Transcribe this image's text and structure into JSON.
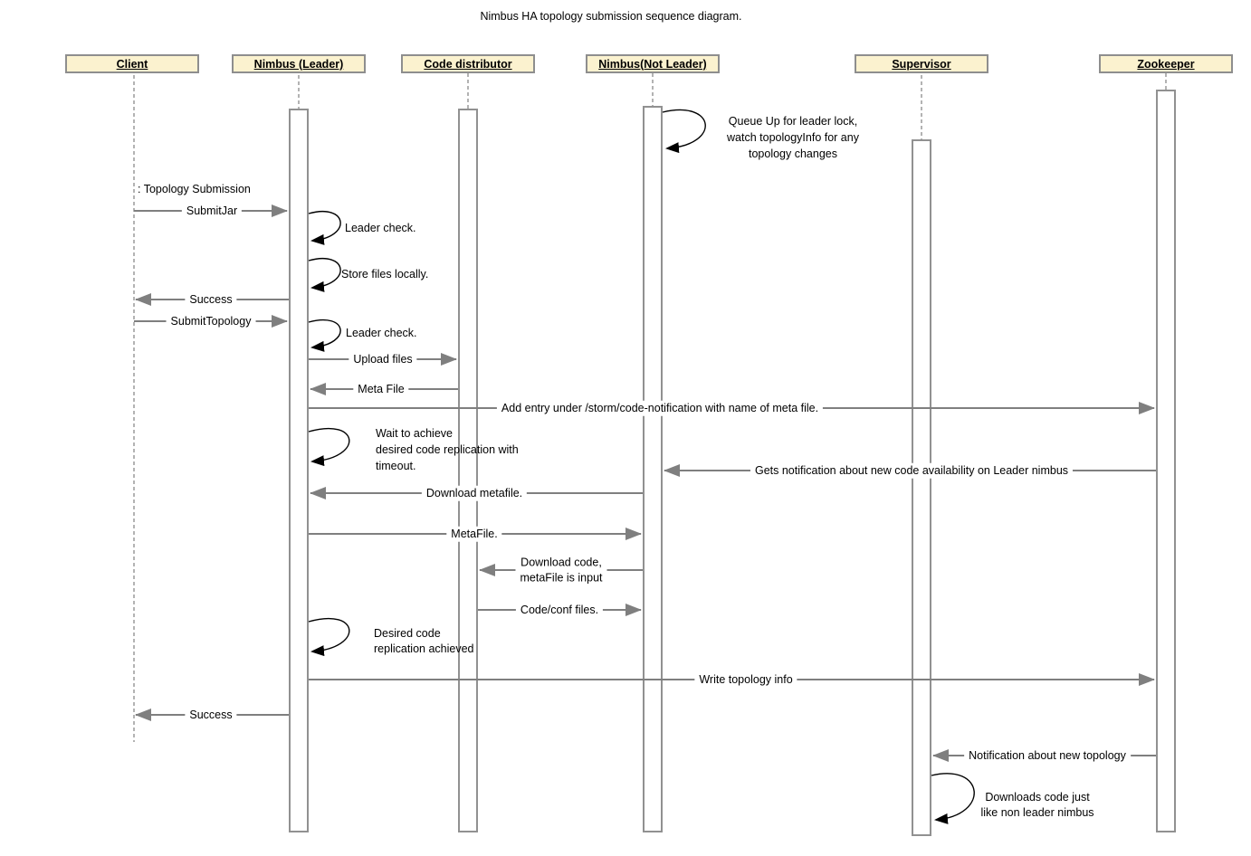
{
  "title": "Nimbus HA topology submission sequence diagram.",
  "actors": [
    {
      "id": "client",
      "label": "Client"
    },
    {
      "id": "nimbus-leader",
      "label": "Nimbus (Leader)"
    },
    {
      "id": "code-distributor",
      "label": "Code distributor"
    },
    {
      "id": "nimbus-not-leader",
      "label": "Nimbus(Not Leader)"
    },
    {
      "id": "supervisor",
      "label": "Supervisor"
    },
    {
      "id": "zookeeper",
      "label": "Zookeeper"
    }
  ],
  "notes": {
    "topology_submission": ": Topology Submission"
  },
  "messages": [
    {
      "from": "client",
      "to": "nimbus-leader",
      "kind": "call",
      "label": "SubmitJar"
    },
    {
      "from": "nimbus-leader",
      "to": "nimbus-leader",
      "kind": "self",
      "label": "Leader check."
    },
    {
      "from": "nimbus-leader",
      "to": "nimbus-leader",
      "kind": "self",
      "label": "Store files locally."
    },
    {
      "from": "nimbus-leader",
      "to": "client",
      "kind": "return",
      "label": "Success"
    },
    {
      "from": "client",
      "to": "nimbus-leader",
      "kind": "call",
      "label": "SubmitTopology"
    },
    {
      "from": "nimbus-leader",
      "to": "nimbus-leader",
      "kind": "self",
      "label": "Leader check."
    },
    {
      "from": "nimbus-leader",
      "to": "code-distributor",
      "kind": "call",
      "label": "Upload files"
    },
    {
      "from": "code-distributor",
      "to": "nimbus-leader",
      "kind": "return",
      "label": "Meta File"
    },
    {
      "from": "nimbus-leader",
      "to": "zookeeper",
      "kind": "call",
      "label": "Add entry under /storm/code-notification with name of meta file."
    },
    {
      "from": "nimbus-not-leader",
      "to": "nimbus-not-leader",
      "kind": "self",
      "label": "Queue Up for leader lock,\nwatch topologyInfo for any\ntopology changes"
    },
    {
      "from": "nimbus-leader",
      "to": "nimbus-leader",
      "kind": "self",
      "label": "Wait to achieve\ndesired code replication with\ntimeout."
    },
    {
      "from": "zookeeper",
      "to": "nimbus-not-leader",
      "kind": "call",
      "label": "Gets notification about new code availability on Leader nimbus"
    },
    {
      "from": "nimbus-not-leader",
      "to": "nimbus-leader",
      "kind": "call",
      "label": "Download metafile."
    },
    {
      "from": "nimbus-leader",
      "to": "nimbus-not-leader",
      "kind": "return",
      "label": "MetaFile."
    },
    {
      "from": "nimbus-not-leader",
      "to": "code-distributor",
      "kind": "call",
      "label": "Download code,\nmetaFile is input"
    },
    {
      "from": "code-distributor",
      "to": "nimbus-not-leader",
      "kind": "return",
      "label": "Code/conf files."
    },
    {
      "from": "nimbus-leader",
      "to": "nimbus-leader",
      "kind": "self",
      "label": "Desired code\nreplication achieved"
    },
    {
      "from": "nimbus-leader",
      "to": "zookeeper",
      "kind": "call",
      "label": "Write topology info"
    },
    {
      "from": "nimbus-leader",
      "to": "client",
      "kind": "return",
      "label": "Success"
    },
    {
      "from": "zookeeper",
      "to": "supervisor",
      "kind": "call",
      "label": "Notification about new topology"
    },
    {
      "from": "supervisor",
      "to": "supervisor",
      "kind": "self",
      "label": "Downloads code just\nlike non leader nimbus"
    }
  ],
  "colors": {
    "background": "#FFFFFF",
    "actor_fill": "#FBF2CF",
    "actor_border": "#8E8E8E",
    "activation_border": "#919191",
    "message_line": "#7F7F7F",
    "self_message_line": "#000000",
    "lifeline": "#9A9A9A"
  }
}
